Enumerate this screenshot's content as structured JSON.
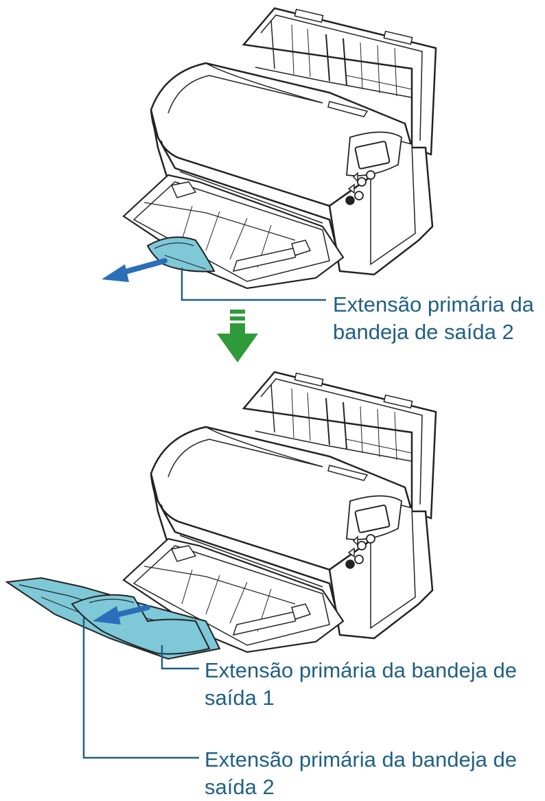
{
  "labels": {
    "top_line1": "Extensão primária da",
    "top_line2": "bandeja de saída 2",
    "bottom1_line1": "Extensão primária da bandeja de",
    "bottom1_line2": "saída 1",
    "bottom2_line1": "Extensão primária da bandeja de",
    "bottom2_line2": "saída 2"
  },
  "colors": {
    "label_text": "#1f5f86",
    "leader_line": "#1f5f86",
    "tray_extension": "#7ec8d8",
    "pull_arrow": "#2a6fba",
    "step_arrow": "#2f9a3a",
    "outline": "#222222",
    "body": "#ffffff"
  },
  "icons": {
    "pull_arrow": "arrow-left-icon",
    "step_arrow": "arrow-down-icon"
  }
}
